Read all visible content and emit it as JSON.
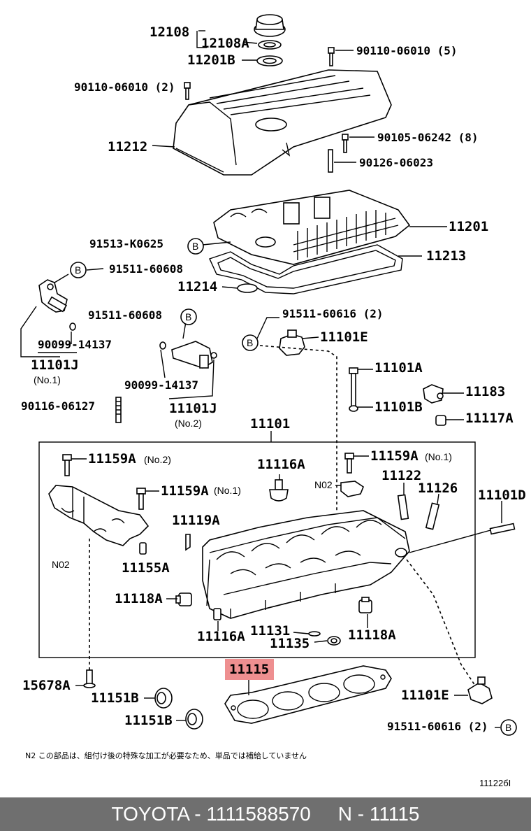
{
  "diagram": {
    "labels": {
      "l12108": "12108",
      "l12108A": "12108A",
      "l11201B": "11201B",
      "l90110_5": "90110-06010 (5)",
      "l90110_2": "90110-06010 (2)",
      "l11212": "11212",
      "l90105": "90105-06242 (8)",
      "l90126": "90126-06023",
      "l11201": "11201",
      "l91513": "91513-K0625",
      "l11213": "11213",
      "l91511a": "91511-60608",
      "l11214": "11214",
      "l91511b": "91511-60608",
      "l91511c": "91511-60616 (2)",
      "l11101E_top": "11101E",
      "l90099a": "90099-14137",
      "l11101J_1": "11101J",
      "l11101J_1_sub": "(No.1)",
      "l11101A": "11101A",
      "l11183": "11183",
      "l90099b": "90099-14137",
      "l90116": "90116-06127",
      "l11101J_2": "11101J",
      "l11101J_2_sub": "(No.2)",
      "l11101B": "11101B",
      "l11117A": "11117A",
      "l11101": "11101",
      "l11159A_no2": "11159A",
      "l11159A_no2_sub": "(No.2)",
      "l11116A_top": "11116A",
      "l11159A_no1r": "11159A",
      "l11159A_no1r_sub": "(No.1)",
      "lN02_r": "N02",
      "l11122": "11122",
      "l11126": "11126",
      "l11101D": "11101D",
      "l11159A_no1l": "11159A",
      "l11159A_no1l_sub": "(No.1)",
      "l11119A": "11119A",
      "lN02_l": "N02",
      "l11155A": "11155A",
      "l11118A_l": "11118A",
      "l11116A_bot": "11116A",
      "l11131": "11131",
      "l11135": "11135",
      "l11118A_r": "11118A",
      "l11115": "11115",
      "l15678A": "15678A",
      "l11151B_a": "11151B",
      "l11151B_b": "11151B",
      "l11101E_bot": "11101E",
      "l91511d": "91511-60616 (2)",
      "bB": "B"
    },
    "highlight_color": "#ee8f90",
    "note": "N2 この部品は、組付け後の特殊な加工が必要なため、単品では補給していません",
    "figure_id": "11122бI"
  },
  "footer": {
    "text": "TOYOTA - 1111588570     N - 11115",
    "background": "#6f6f6f"
  }
}
